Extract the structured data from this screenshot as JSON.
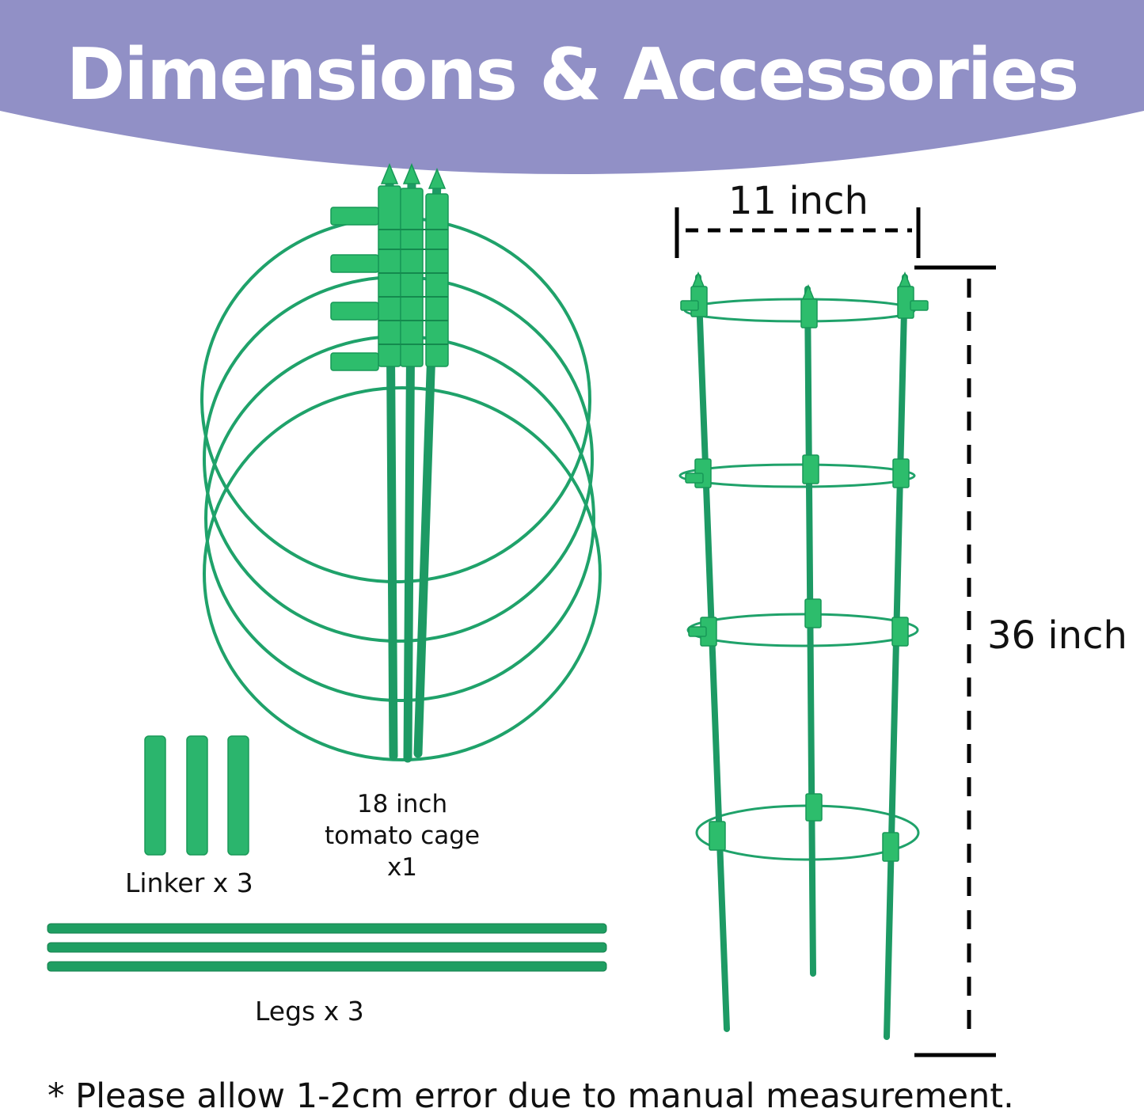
{
  "title": "Dimensions & Accessories",
  "labels": {
    "width": "11 inch",
    "height": "36 inch",
    "cage_line1": "18 inch",
    "cage_line2": "tomato cage",
    "cage_line3": "x1",
    "linker": "Linker x 3",
    "legs": "Legs x 3"
  },
  "footnote": "* Please allow 1-2cm error due to manual measurement.",
  "colors": {
    "banner": "#9190c6",
    "plant_green": "#1fa26a",
    "connector_green": "#2dbd6c",
    "text": "#111111"
  }
}
